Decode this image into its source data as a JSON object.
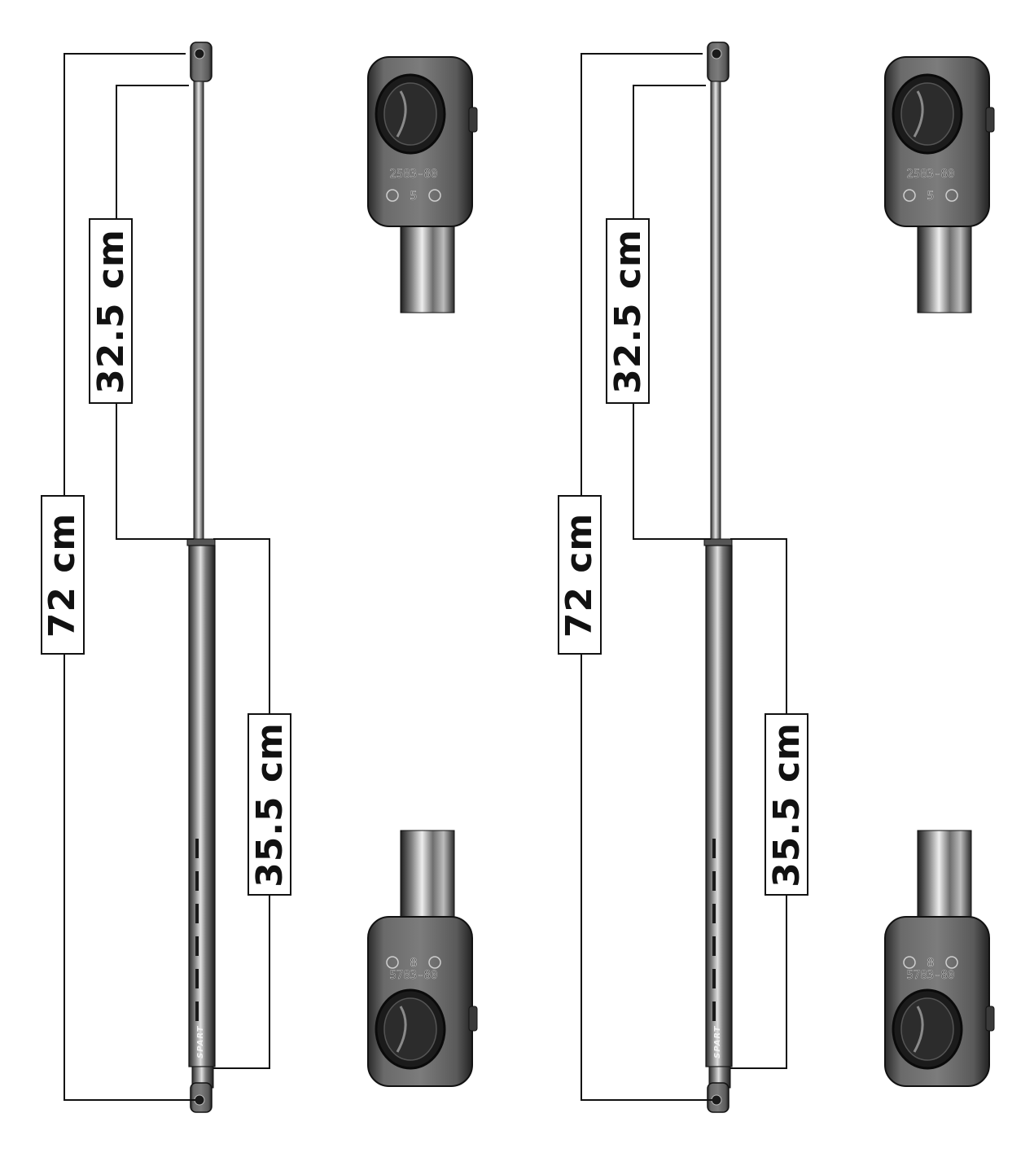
{
  "units": [
    {
      "total_length": "72 cm",
      "rod_length": "32.5 cm",
      "body_length": "35.5 cm",
      "brand": "SPART",
      "fitting_top_code": "2583-80",
      "fitting_top_size": "5",
      "fitting_bottom_code": "5783-80",
      "fitting_bottom_size": "8"
    },
    {
      "total_length": "72 cm",
      "rod_length": "32.5 cm",
      "body_length": "35.5 cm",
      "brand": "SPART",
      "fitting_top_code": "2583-80",
      "fitting_top_size": "5",
      "fitting_bottom_code": "5783-80",
      "fitting_bottom_size": "8"
    }
  ],
  "colors": {
    "line": "#111111",
    "metal_dark": "#3a3a3a",
    "metal_mid": "#7a7a7a",
    "metal_light": "#d8d8d8",
    "fitting_body": "#6e6e6e"
  }
}
